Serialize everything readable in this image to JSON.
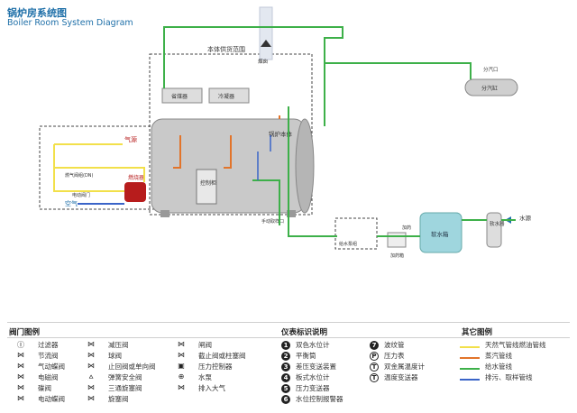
{
  "title": {
    "cn": "锅炉房系统图",
    "en": "Boiler Room System Diagram"
  },
  "diagram": {
    "labels": {
      "supply_range": "本体供货范围",
      "steam_drum": "分汽缸",
      "steam_port": "分汽口",
      "gas": "气源",
      "air": "空气",
      "burner": "燃烧器",
      "control_cabinet": "控制柜",
      "boiler_body": "锅炉本体",
      "economizer": "省煤器",
      "condenser": "冷凝器",
      "chimney": "烟囱",
      "water_tank": "软水箱",
      "water_source": "水源",
      "softener": "软水器",
      "dosing": "加药",
      "dosing_box": "加药箱",
      "pump_group": "给水泵组",
      "manual_sample": "手动取样口",
      "gas_valve": "燃气阀组(DN)",
      "valve_label": "电动阀门"
    }
  },
  "legend": {
    "valves": {
      "title": "阀门图例",
      "items": [
        {
          "symbol": "Ⓘ",
          "label": "过滤器"
        },
        {
          "symbol": "⋈",
          "label": "减压阀"
        },
        {
          "symbol": "⋈",
          "label": "闸阀"
        },
        {
          "symbol": "⋈",
          "label": "节流阀"
        },
        {
          "symbol": "⋈",
          "label": "球阀"
        },
        {
          "symbol": "⋈",
          "label": "截止阀或柱塞阀"
        },
        {
          "symbol": "⋈",
          "label": "气动蝶阀"
        },
        {
          "symbol": "⋈",
          "label": "止回阀或单向阀"
        },
        {
          "symbol": "▣",
          "label": "压力控制器"
        },
        {
          "symbol": "⋈",
          "label": "电磁阀"
        },
        {
          "symbol": "⩟",
          "label": "弹簧安全阀"
        },
        {
          "symbol": "⊕",
          "label": "水泵"
        },
        {
          "symbol": "⋈",
          "label": "碟阀"
        },
        {
          "symbol": "⋈",
          "label": "三通旋塞阀"
        },
        {
          "symbol": "⋈",
          "label": "排入大气"
        },
        {
          "symbol": "⋈",
          "label": "电动蝶阀"
        },
        {
          "symbol": "⋈",
          "label": "旋塞阀"
        }
      ]
    },
    "instruments": {
      "title": "仪表标识说明",
      "items": [
        {
          "mark": "1",
          "label": "双色水位计"
        },
        {
          "mark": "7",
          "label": "波纹管"
        },
        {
          "mark": "2",
          "label": "平衡筒"
        },
        {
          "mark": "P",
          "label": "压力表"
        },
        {
          "mark": "3",
          "label": "差压变送装置"
        },
        {
          "mark": "T",
          "label": "双金属温度计"
        },
        {
          "mark": "4",
          "label": "板式水位计"
        },
        {
          "mark": "T",
          "label": "温度变送器"
        },
        {
          "mark": "5",
          "label": "压力变送器"
        },
        {
          "mark": "6",
          "label": "水位控制报警器"
        }
      ]
    },
    "other": {
      "title": "其它图例",
      "items": [
        {
          "color": "#f2e04a",
          "label": "天然气管线燃油管线"
        },
        {
          "color": "#e2742a",
          "label": "蒸汽管线"
        },
        {
          "color": "#3db049",
          "label": "给水管线"
        },
        {
          "color": "#3a64c8",
          "label": "排污、取样管线"
        }
      ]
    }
  }
}
